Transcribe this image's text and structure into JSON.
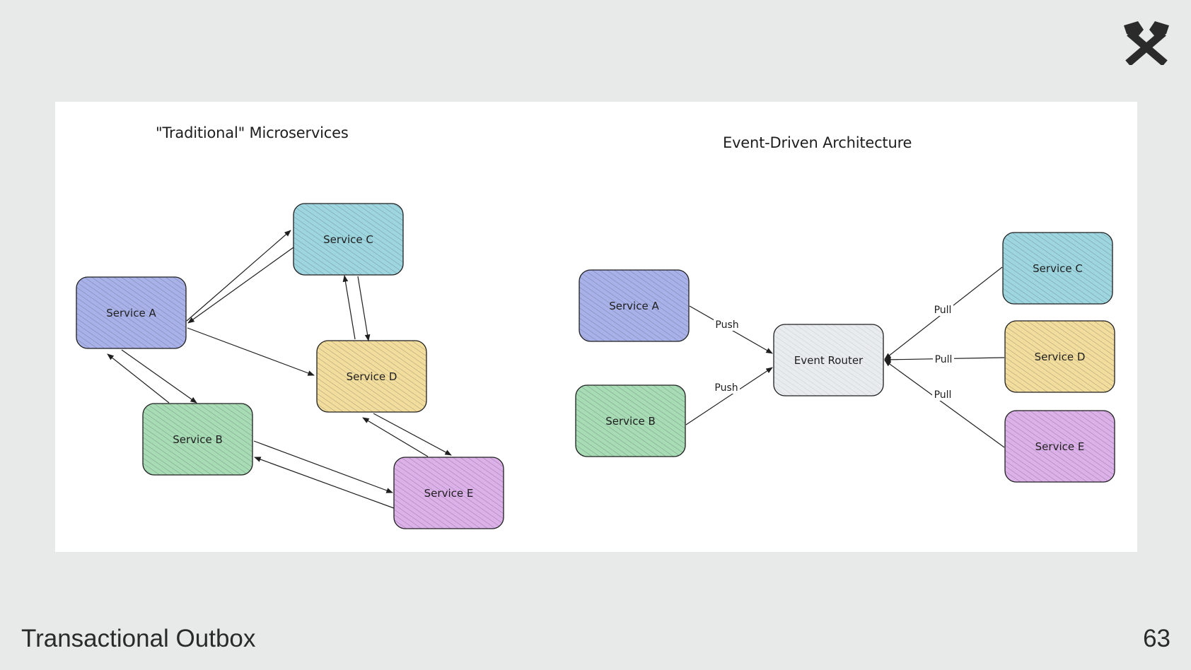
{
  "slide": {
    "title": "Transactional Outbox",
    "page_number": "63"
  },
  "logo": {
    "icon": "crossed-hammers-logo"
  },
  "traditional": {
    "title": "\"Traditional\" Microservices",
    "services": {
      "a": {
        "label": "Service A",
        "color": "#a9b2e8"
      },
      "b": {
        "label": "Service B",
        "color": "#a8dcb5"
      },
      "c": {
        "label": "Service C",
        "color": "#9ed6e0"
      },
      "d": {
        "label": "Service D",
        "color": "#f2dd9c"
      },
      "e": {
        "label": "Service E",
        "color": "#dcb0e8"
      }
    }
  },
  "event_driven": {
    "title": "Event-Driven Architecture",
    "services": {
      "a": {
        "label": "Service A",
        "color": "#a9b2e8"
      },
      "b": {
        "label": "Service B",
        "color": "#a8dcb5"
      },
      "router": {
        "label": "Event Router",
        "color": "#e9ecef"
      },
      "c": {
        "label": "Service C",
        "color": "#9ed6e0"
      },
      "d": {
        "label": "Service D",
        "color": "#f2dd9c"
      },
      "e": {
        "label": "Service E",
        "color": "#dcb0e8"
      }
    },
    "edges": {
      "push_a": "Push",
      "push_b": "Push",
      "pull_c": "Pull",
      "pull_d": "Pull",
      "pull_e": "Pull"
    }
  }
}
